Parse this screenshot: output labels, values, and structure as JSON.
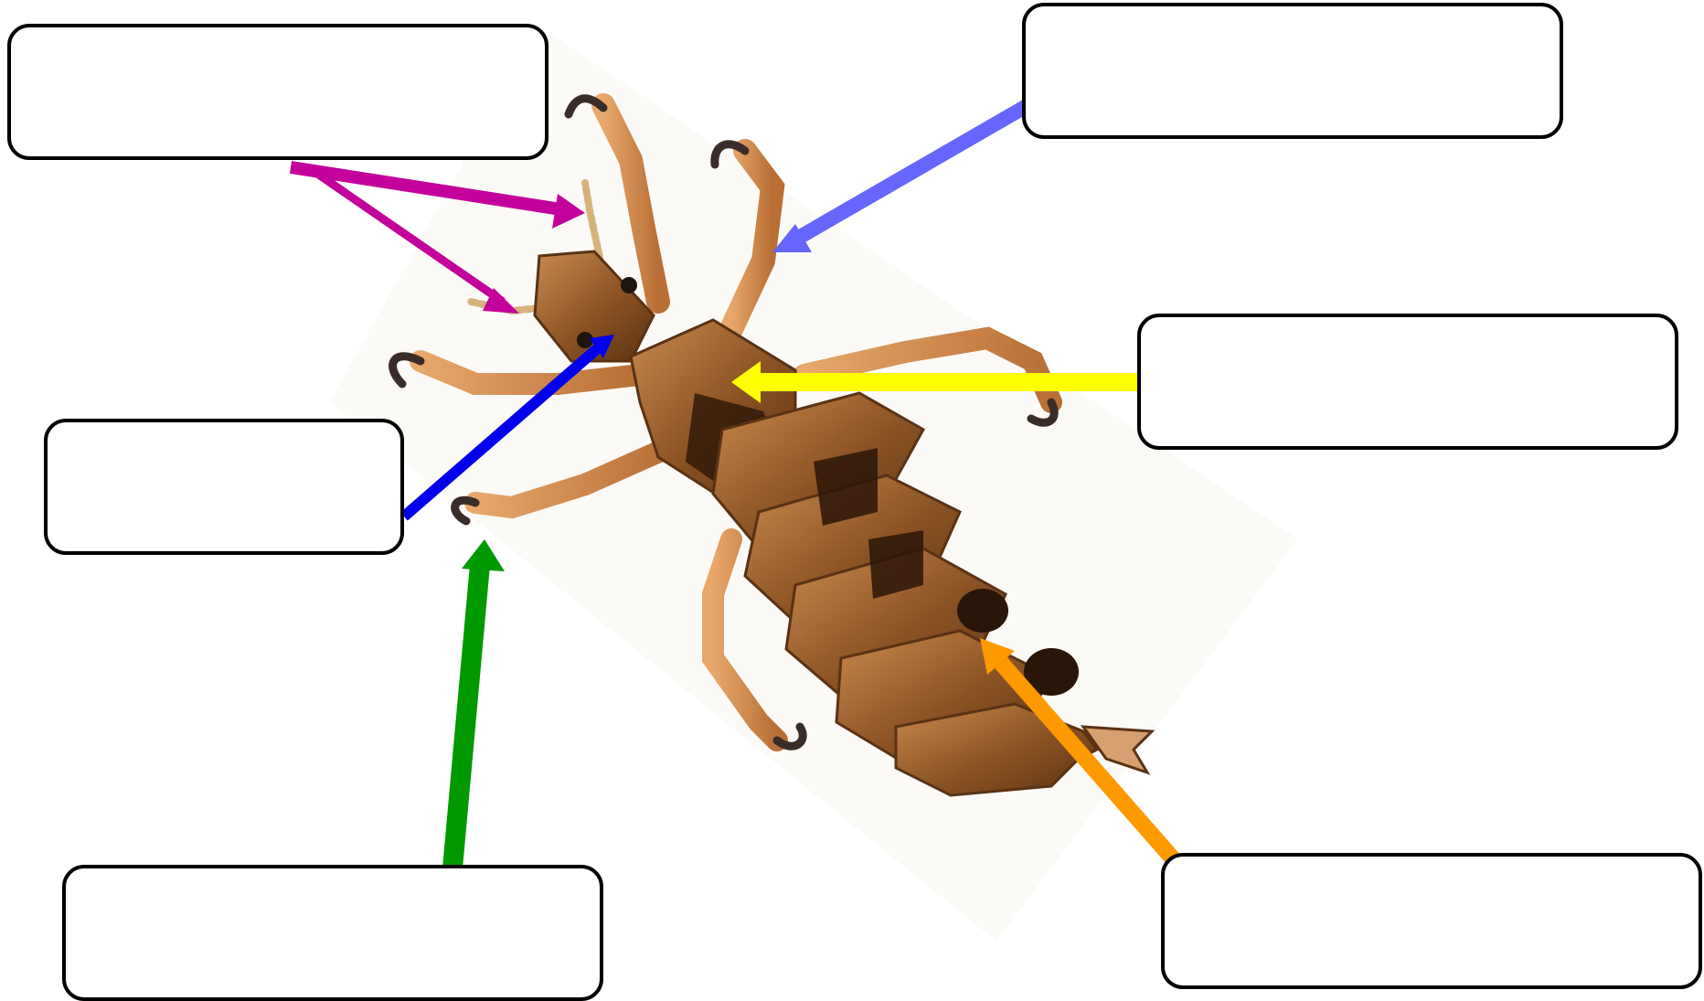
{
  "diagram": {
    "subject": "",
    "label_boxes": [
      {
        "id": "box-top-left",
        "text": ""
      },
      {
        "id": "box-top-right",
        "text": ""
      },
      {
        "id": "box-mid-right",
        "text": ""
      },
      {
        "id": "box-mid-left",
        "text": ""
      },
      {
        "id": "box-bottom-left",
        "text": ""
      },
      {
        "id": "box-bottom-right",
        "text": ""
      }
    ],
    "arrow_colors": {
      "magenta": "#c3009b",
      "periwinkle": "#6666ff",
      "yellow": "#ffff00",
      "blue": "#0000ee",
      "green": "#009900",
      "orange": "#ff9900"
    },
    "insect_colors": {
      "body_dark": "#2a1608",
      "body_mid": "#8a5224",
      "body_light": "#c98a4e",
      "leg": "#d8935a",
      "claw": "#3a2c28"
    }
  }
}
